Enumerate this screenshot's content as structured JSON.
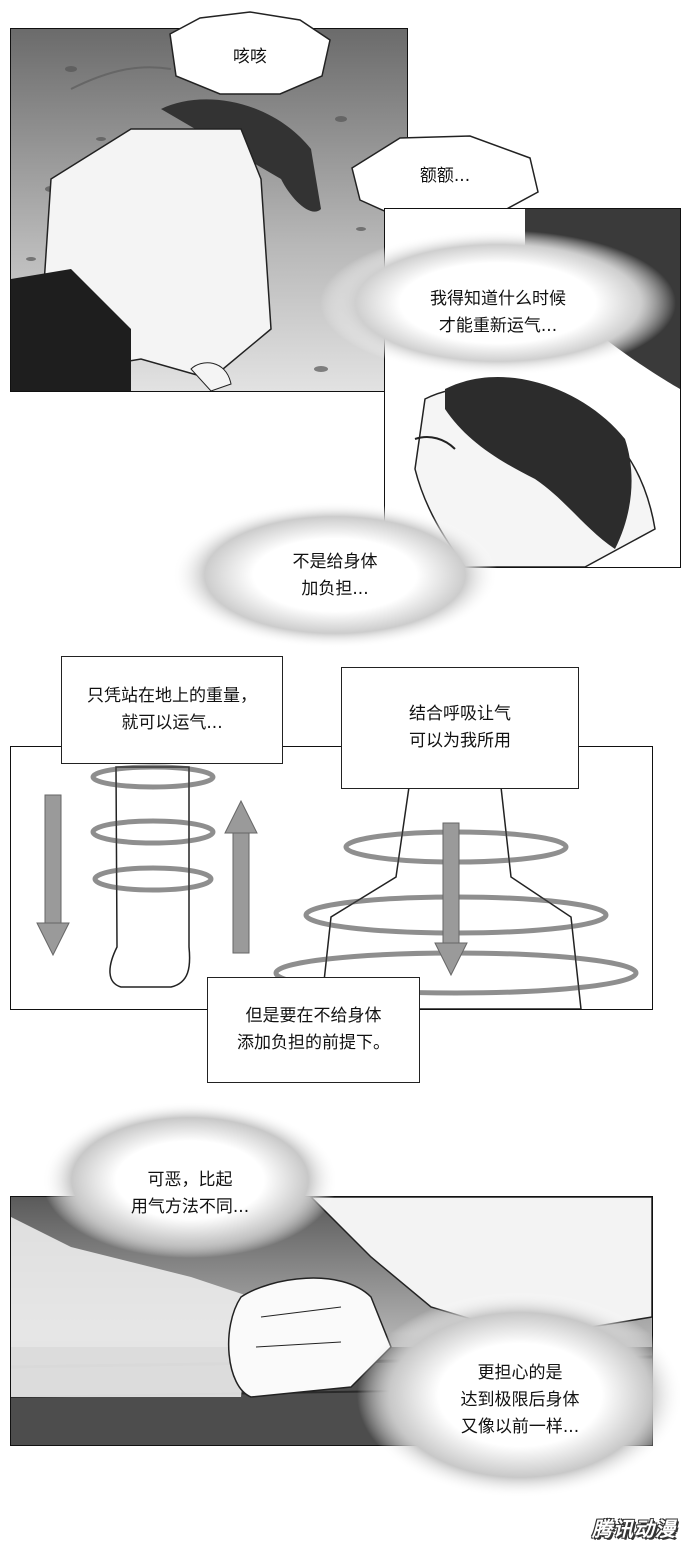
{
  "comic": {
    "bubbles": [
      {
        "id": "cough",
        "text": "咳咳"
      },
      {
        "id": "hmm",
        "text": "额额..."
      },
      {
        "id": "when_to_qi",
        "text": "我得知道什么时候\n才能重新运气..."
      },
      {
        "id": "no_burden",
        "text": "不是给身体\n加负担..."
      },
      {
        "id": "damn",
        "text": "可恶，比起\n用气方法不同..."
      },
      {
        "id": "worry",
        "text": "更担心的是\n达到极限后身体\n又像以前一样..."
      }
    ],
    "captions": [
      {
        "id": "standing_weight",
        "text": "只凭站在地上的重量，\n就可以运气..."
      },
      {
        "id": "breathing",
        "text": "结合呼吸让气\n可以为我所用"
      },
      {
        "id": "premise",
        "text": "但是要在不给身体\n添加负担的前提下。"
      }
    ],
    "watermark": "腾讯动漫"
  }
}
